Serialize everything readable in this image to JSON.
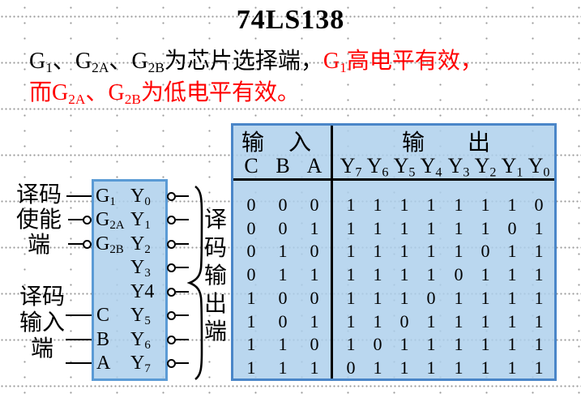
{
  "title": "74LS138",
  "colors": {
    "accent_red": "#ff0000",
    "panel_fill": "#bdd7ee",
    "panel_border": "#5b9bd5",
    "line_black": "#000000"
  },
  "description": {
    "line1_black": [
      {
        "t": "G",
        "sub": "1"
      },
      {
        "t": "、G",
        "sub": "2A"
      },
      {
        "t": "、G",
        "sub": "2B"
      },
      {
        "t": "为芯片选择端，"
      }
    ],
    "line1_red": [
      {
        "t": "G",
        "sub": "1"
      },
      {
        "t": "高电平有效，"
      }
    ],
    "line2_red": [
      {
        "t": "而G",
        "sub": "2A"
      },
      {
        "t": "、G",
        "sub": "2B"
      },
      {
        "t": "为低电平有效。"
      }
    ]
  },
  "diagram": {
    "enable_group_label": [
      "译码",
      "使能",
      "端"
    ],
    "input_group_label": [
      "译码",
      "输入",
      "端"
    ],
    "output_group_label": [
      "译",
      "码",
      "输",
      "出",
      "端"
    ],
    "enable_pins": [
      {
        "label": [
          {
            "t": "G",
            "sub": "1"
          }
        ],
        "bubble": false
      },
      {
        "label": [
          {
            "t": "G",
            "sub": "2A"
          }
        ],
        "bubble": true
      },
      {
        "label": [
          {
            "t": "G",
            "sub": "2B"
          }
        ],
        "bubble": true
      }
    ],
    "select_pins": [
      "C",
      "B",
      "A"
    ],
    "output_pins": [
      [
        {
          "t": "Y",
          "sub": "0"
        }
      ],
      [
        {
          "t": "Y",
          "sub": "1"
        }
      ],
      [
        {
          "t": "Y",
          "sub": "2"
        }
      ],
      [
        {
          "t": "Y",
          "sub": "3"
        }
      ],
      [
        {
          "t": "Y4"
        }
      ],
      [
        {
          "t": "Y",
          "sub": "5"
        }
      ],
      [
        {
          "t": "Y",
          "sub": "6"
        }
      ],
      [
        {
          "t": "Y",
          "sub": "7"
        }
      ]
    ]
  },
  "table": {
    "input_header": "输入",
    "output_header": "输出",
    "input_cols": [
      "C",
      "B",
      "A"
    ],
    "output_cols": [
      [
        {
          "t": "Y",
          "sub": "7"
        }
      ],
      [
        {
          "t": "Y",
          "sub": "6"
        }
      ],
      [
        {
          "t": "Y",
          "sub": "5"
        }
      ],
      [
        {
          "t": "Y",
          "sub": "4"
        }
      ],
      [
        {
          "t": "Y",
          "sub": "3"
        }
      ],
      [
        {
          "t": "Y",
          "sub": "2"
        }
      ],
      [
        {
          "t": "Y",
          "sub": "1"
        }
      ],
      [
        {
          "t": "Y",
          "sub": "0"
        }
      ]
    ],
    "rows": [
      {
        "in": [
          "0",
          "0",
          "0"
        ],
        "out": [
          "1",
          "1",
          "1",
          "1",
          "1",
          "1",
          "1",
          "0"
        ]
      },
      {
        "in": [
          "0",
          "0",
          "1"
        ],
        "out": [
          "1",
          "1",
          "1",
          "1",
          "1",
          "1",
          "0",
          "1"
        ]
      },
      {
        "in": [
          "0",
          "1",
          "0"
        ],
        "out": [
          "1",
          "1",
          "1",
          "1",
          "1",
          "0",
          "1",
          "1"
        ]
      },
      {
        "in": [
          "0",
          "1",
          "1"
        ],
        "out": [
          "1",
          "1",
          "1",
          "1",
          "0",
          "1",
          "1",
          "1"
        ]
      },
      {
        "in": [
          "1",
          "0",
          "0"
        ],
        "out": [
          "1",
          "1",
          "1",
          "0",
          "1",
          "1",
          "1",
          "1"
        ]
      },
      {
        "in": [
          "1",
          "0",
          "1"
        ],
        "out": [
          "1",
          "1",
          "0",
          "1",
          "1",
          "1",
          "1",
          "1"
        ]
      },
      {
        "in": [
          "1",
          "1",
          "0"
        ],
        "out": [
          "1",
          "0",
          "1",
          "1",
          "1",
          "1",
          "1",
          "1"
        ]
      },
      {
        "in": [
          "1",
          "1",
          "1"
        ],
        "out": [
          "0",
          "1",
          "1",
          "1",
          "1",
          "1",
          "1",
          "1"
        ]
      }
    ]
  }
}
